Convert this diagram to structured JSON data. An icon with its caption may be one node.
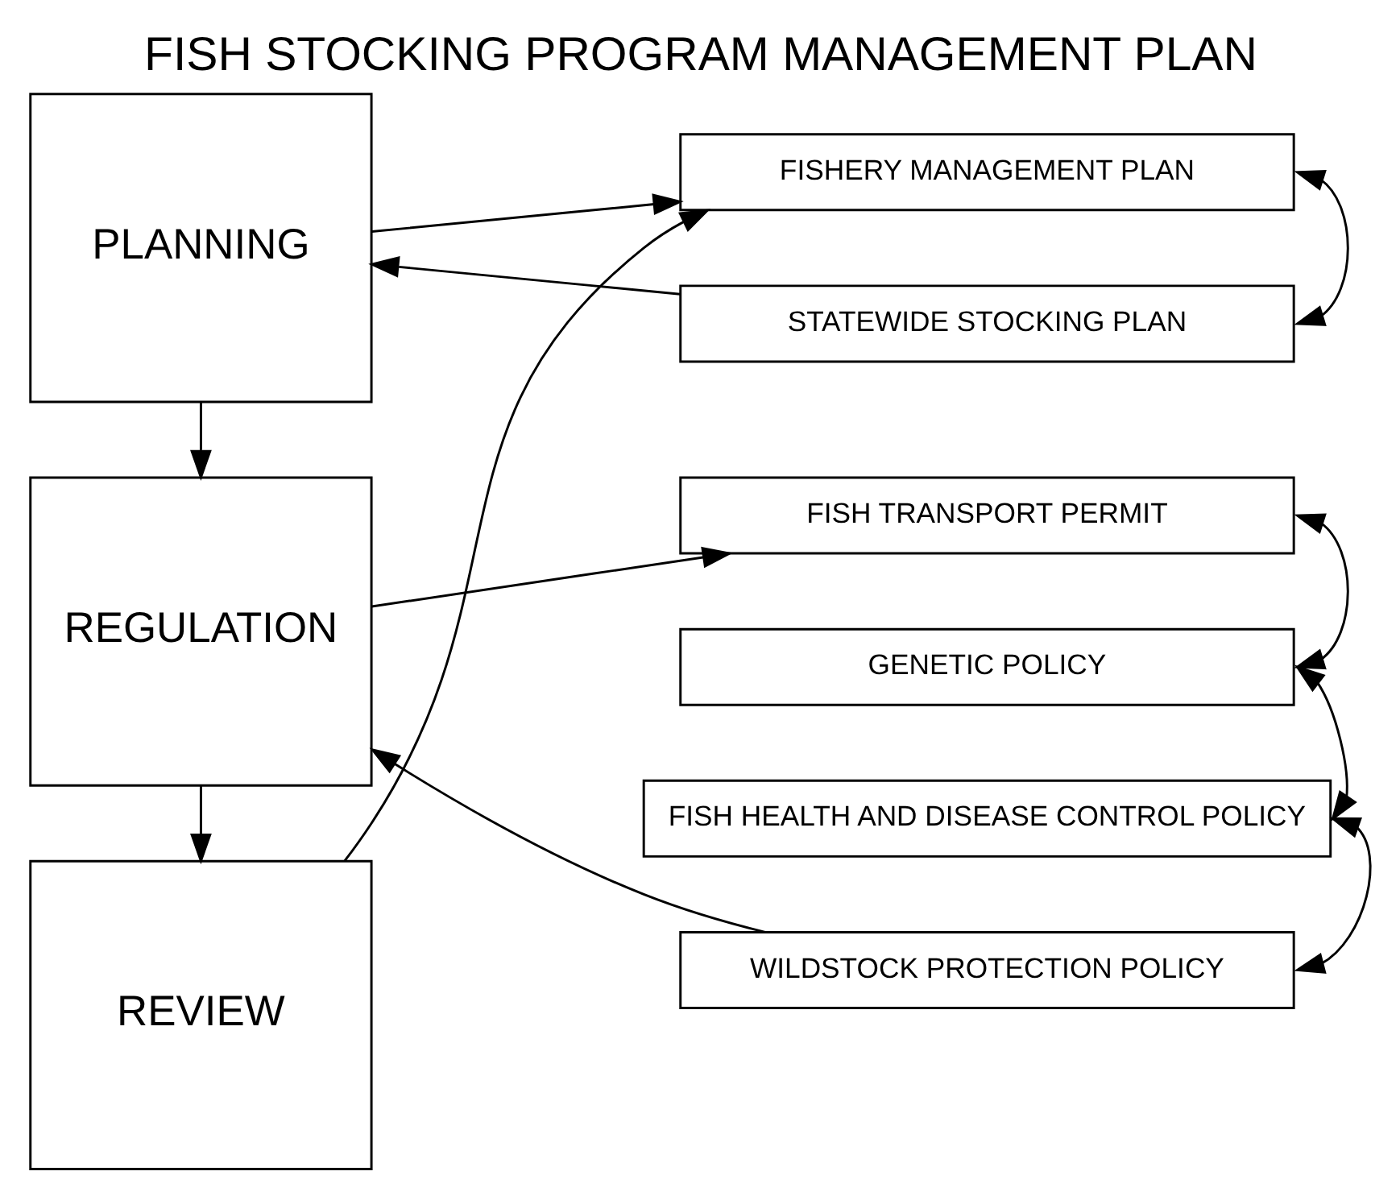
{
  "diagram": {
    "title": "FISH STOCKING PROGRAM MANAGEMENT PLAN",
    "nodes": [
      {
        "text": [
          "PLANNING"
        ]
      },
      {
        "text": [
          "FISHERY MANAGEMENT PLAN"
        ]
      },
      {
        "text": [
          "STATEWIDE STOCKING PLAN"
        ]
      },
      {
        "text": [
          "REGULATION"
        ]
      },
      {
        "text": [
          "FISH TRANSPORT PERMIT"
        ]
      },
      {
        "text": [
          "GENETIC POLICY"
        ]
      },
      {
        "text": [
          "FISH HEALTH AND DISEASE CONTROL POLICY"
        ]
      },
      {
        "text": [
          "WILDSTOCK PROTECTION POLICY"
        ]
      },
      {
        "text": [
          "REVIEW"
        ]
      }
    ],
    "edges": [
      {
        "from": 8,
        "to": 1,
        "arrow": "to"
      },
      {
        "from": 0,
        "to": 1,
        "arrow": "to"
      },
      {
        "from": 2,
        "to": 0,
        "arrow": "to"
      },
      {
        "from": 0,
        "to": 3,
        "arrow": "to"
      },
      {
        "from": 3,
        "to": 4,
        "arrow": "to"
      },
      {
        "from": 7,
        "to": 3,
        "arrow": "to"
      },
      {
        "from": 3,
        "to": 8,
        "arrow": "to"
      },
      {
        "from": 1,
        "to": 2,
        "arrow": "both"
      },
      {
        "from": 4,
        "to": 5,
        "arrow": "both"
      },
      {
        "from": 5,
        "to": 6,
        "arrow": "both"
      },
      {
        "from": 6,
        "to": 7,
        "arrow": "both"
      }
    ]
  }
}
